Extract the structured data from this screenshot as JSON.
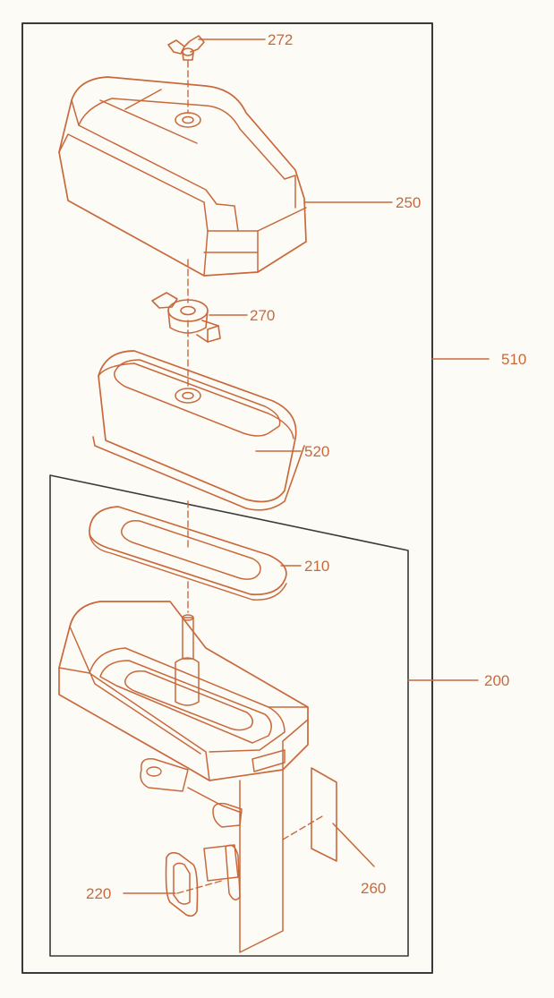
{
  "colors": {
    "ink": "#c8693c",
    "frame": "#3a3a3a",
    "background": "#fdfbf6"
  },
  "labels": {
    "l272": "272",
    "l250": "250",
    "l270": "270",
    "l510": "510",
    "l520": "520",
    "l210": "210",
    "l200": "200",
    "l220": "220",
    "l260": "260"
  }
}
